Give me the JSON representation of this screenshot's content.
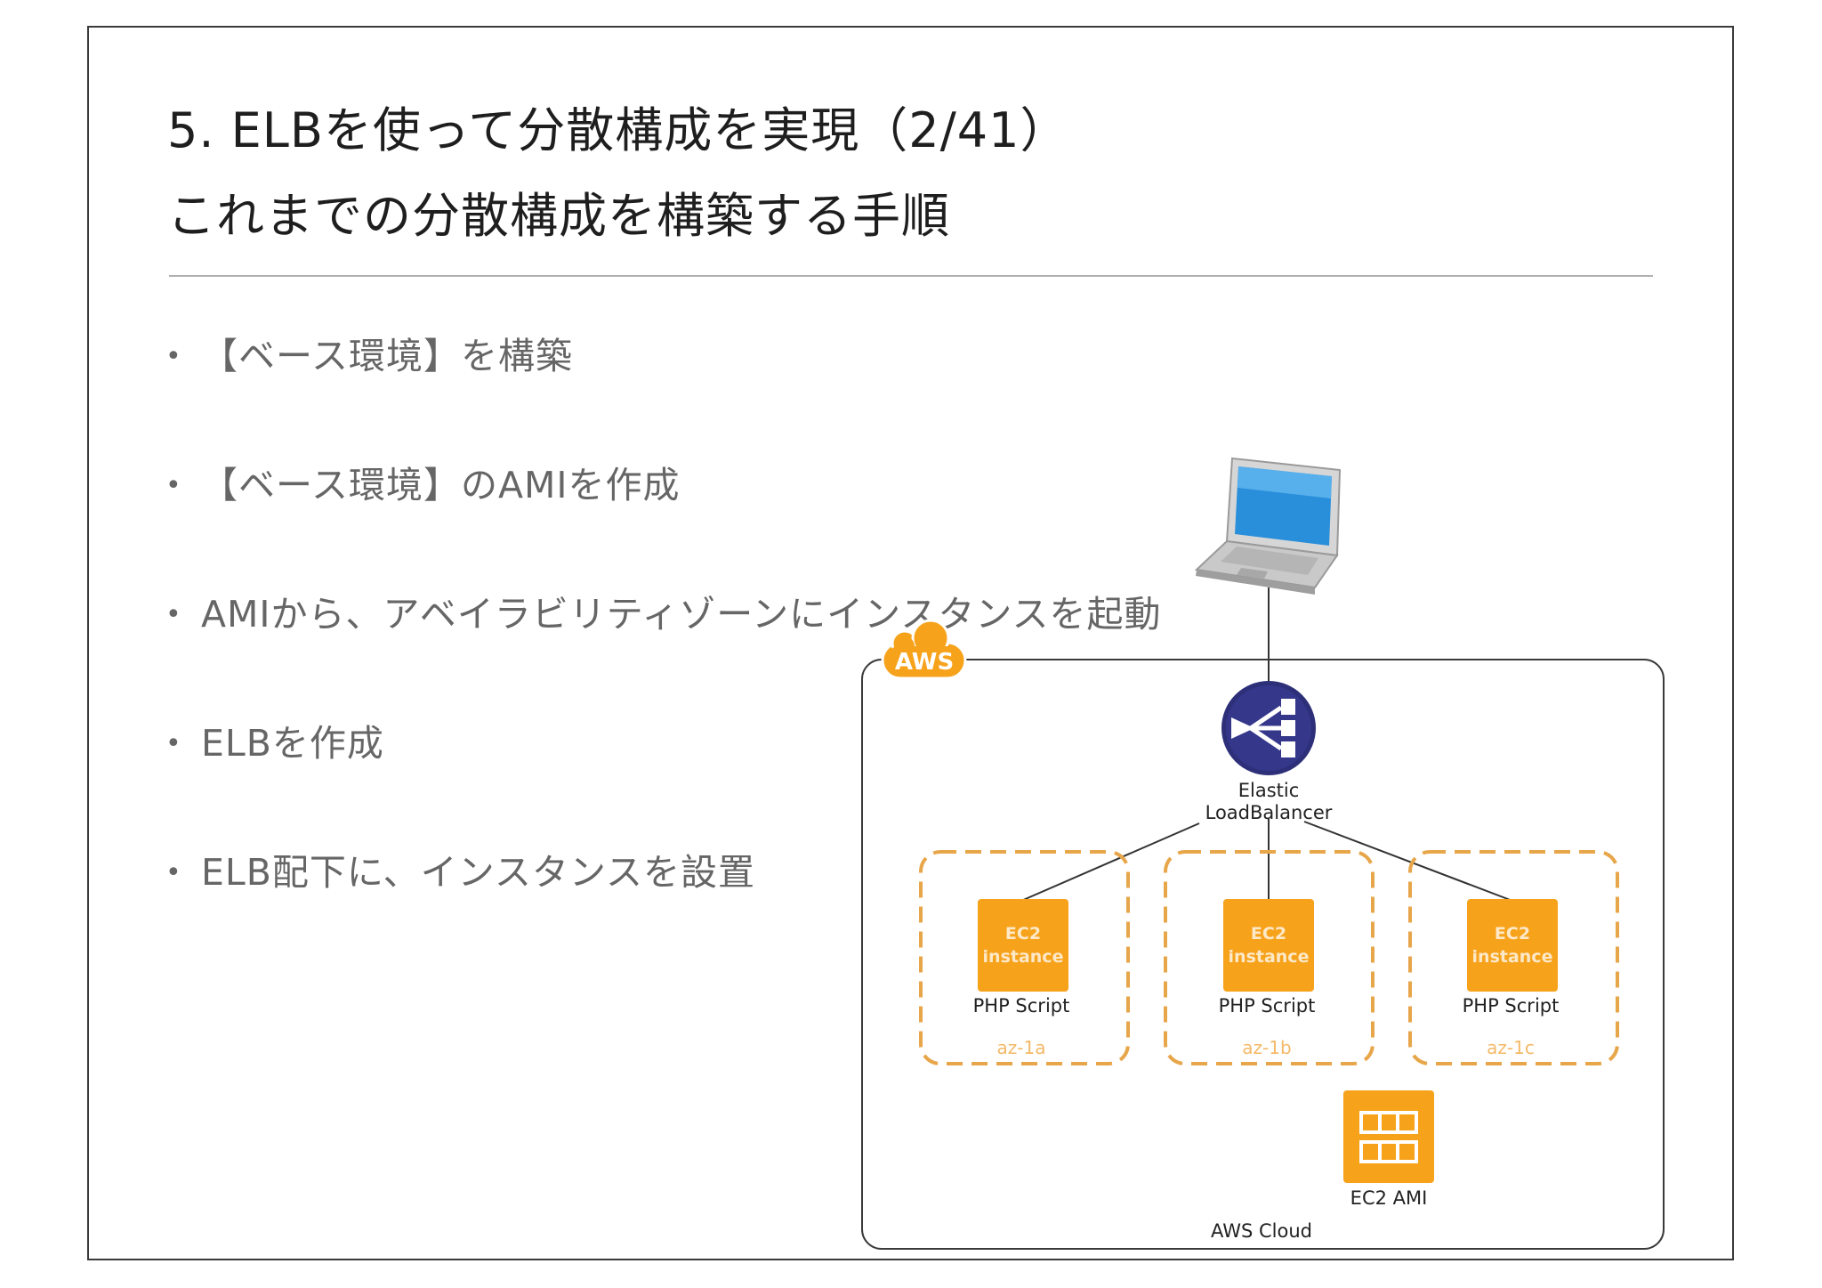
{
  "slide": {
    "title_line1": "5. ELBを使って分散構成を実現（2/41）",
    "title_line2": "これまでの分散構成を構築する手順"
  },
  "bullets": [
    "【ベース環境】を構築",
    "【ベース環境】のAMIを作成",
    "AMIから、アベイラビリティゾーンにインスタンスを起動",
    "ELBを作成",
    "ELB配下に、インスタンスを設置"
  ],
  "bullet_marker": "•",
  "diagram": {
    "aws_badge": "AWS",
    "cloud_label": "AWS Cloud",
    "elb_label_line1": "Elastic",
    "elb_label_line2": "LoadBalancer",
    "ec2_icon_line1": "EC2",
    "ec2_icon_line2": "instance",
    "instances": [
      {
        "script": "PHP Script",
        "az": "az-1a"
      },
      {
        "script": "PHP Script",
        "az": "az-1b"
      },
      {
        "script": "PHP Script",
        "az": "az-1c"
      }
    ],
    "ami_label": "EC2 AMI"
  },
  "colors": {
    "orange": "#f7a21b",
    "orange_dark": "#e58f0a",
    "az_label": "#f4b968",
    "elb_navy": "#2d2f79",
    "cloud_border": "#3a3a3a"
  }
}
